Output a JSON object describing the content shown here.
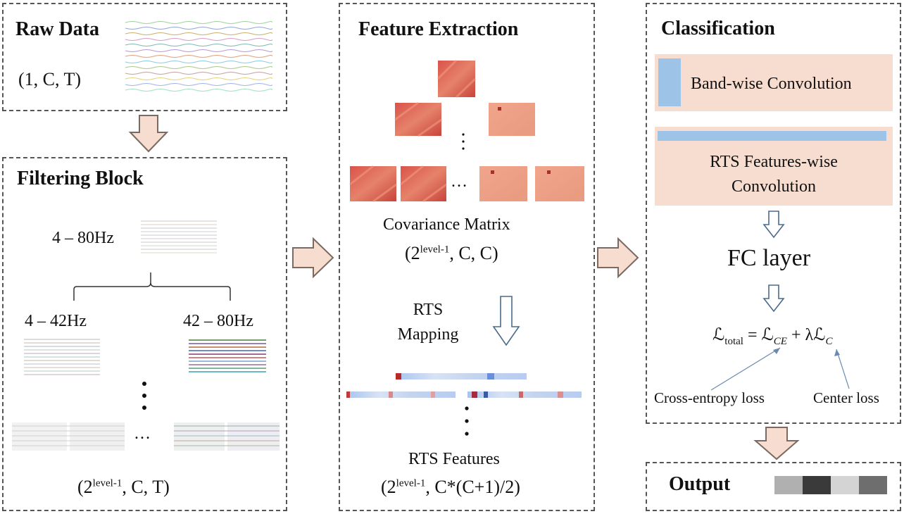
{
  "raw_data": {
    "title": "Raw Data",
    "shape": "(1, C, T)"
  },
  "filtering": {
    "title": "Filtering Block",
    "band_full": "4 – 80Hz",
    "band_low": "4 – 42Hz",
    "band_high": "42 – 80Hz",
    "ellipsis": "…",
    "shape_prefix": "(2",
    "shape_sup": "level-1",
    "shape_suffix": ", C, T)"
  },
  "feature_extraction": {
    "title": "Feature Extraction",
    "ellipsis": "…",
    "cov_label": "Covariance Matrix",
    "cov_prefix": "(2",
    "cov_sup": "level-1",
    "cov_suffix": ", C, C)",
    "rts_mapping_line1": "RTS",
    "rts_mapping_line2": "Mapping",
    "rts_features_label": "RTS Features",
    "rts_prefix": "(2",
    "rts_sup": "level-1",
    "rts_suffix": ", C*(C+1)/2)"
  },
  "classification": {
    "title": "Classification",
    "band_conv": "Band-wise Convolution",
    "rts_conv_line1": "RTS Features-wise",
    "rts_conv_line2": "Convolution",
    "fc_layer": "FC layer",
    "loss_total": "ℒ",
    "loss_total_sub": "total",
    "loss_eq": " = ℒ",
    "loss_ce_sub": "CE",
    "loss_plus": " + λℒ",
    "loss_c_sub": "C",
    "cross_entropy": "Cross-entropy loss",
    "center_loss": "Center loss"
  },
  "output": {
    "title": "Output"
  },
  "colors": {
    "arrow_fill": "#f6ddd0",
    "arrow_stroke": "#7a6a62",
    "band_bg": "#f6ddd0",
    "band_blue": "#9dc3e6",
    "dashed_border": "#555555"
  }
}
